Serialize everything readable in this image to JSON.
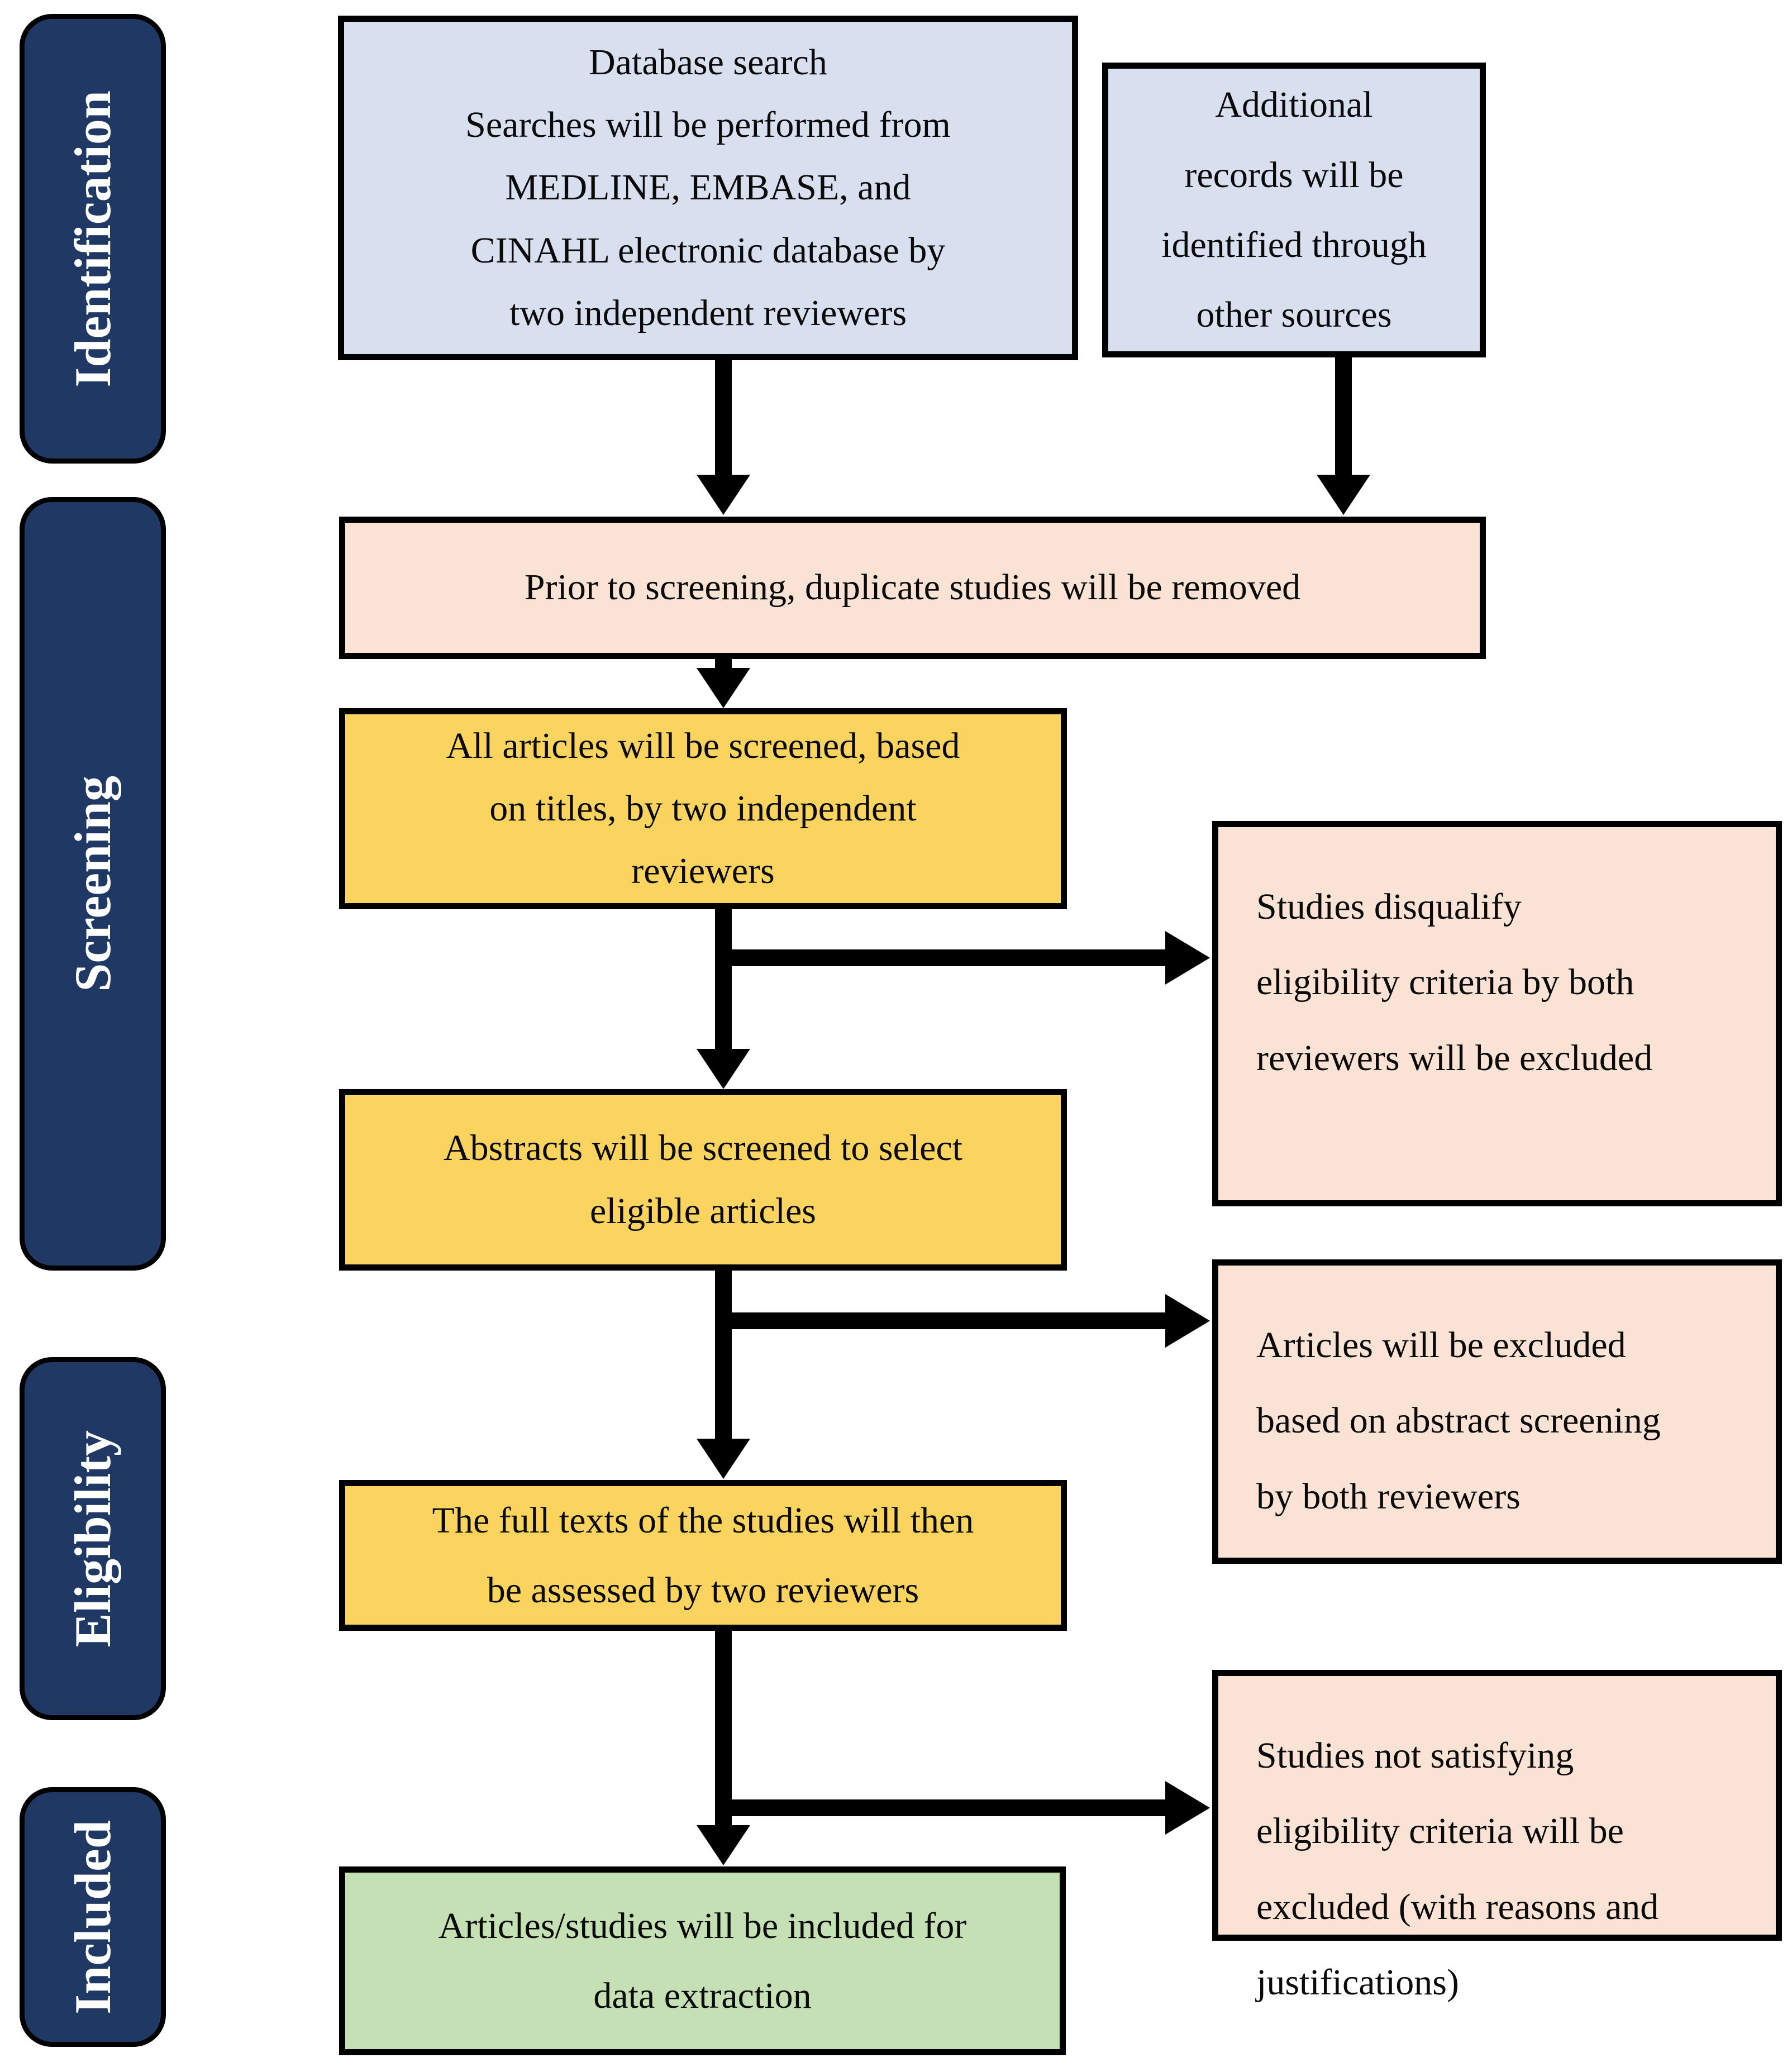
{
  "diagram": {
    "title": "PRISMA-style study selection flowchart",
    "stages": [
      {
        "id": "identification",
        "label": "Identification"
      },
      {
        "id": "screening",
        "label": "Screening"
      },
      {
        "id": "eligibility",
        "label": "Eligibility"
      },
      {
        "id": "included",
        "label": "Included"
      }
    ],
    "boxes": {
      "database_search": "Database  search\nSearches will be performed from\nMEDLINE,  EMBASE,  and\nCINAHL  electronic database by\ntwo independent reviewers",
      "additional_records": "Additional\nrecords will be\nidentified through\nother sources",
      "duplicates_removed": "Prior to screening, duplicate studies will be removed",
      "title_screening": "All articles will be screened, based\non titles, by two independent\nreviewers",
      "abstract_screening": "Abstracts will be screened to select\neligible articles",
      "full_text_assessment": "The full texts of the studies will then\nbe assessed by two reviewers",
      "included_for_extraction": "Articles/studies will be included for\ndata extraction",
      "excluded_title_stage": "Studies disqualify\neligibility criteria by both\nreviewers will be excluded",
      "excluded_abstract_stage": "Articles will be excluded\nbased on abstract screening\nby both reviewers",
      "excluded_fulltext_stage": "Studies not satisfying\neligibility criteria will be\nexcluded (with reasons and\njustifications)"
    },
    "colors": {
      "stage_bg": "#1F3864",
      "stage_text": "#FFFFFF",
      "source_bg": "#D8DFEF",
      "process_bg": "#FBD45F",
      "exclusion_bg": "#FAE3D4",
      "included_bg": "#C5E0B4",
      "border": "#000000",
      "arrow": "#000000"
    }
  }
}
